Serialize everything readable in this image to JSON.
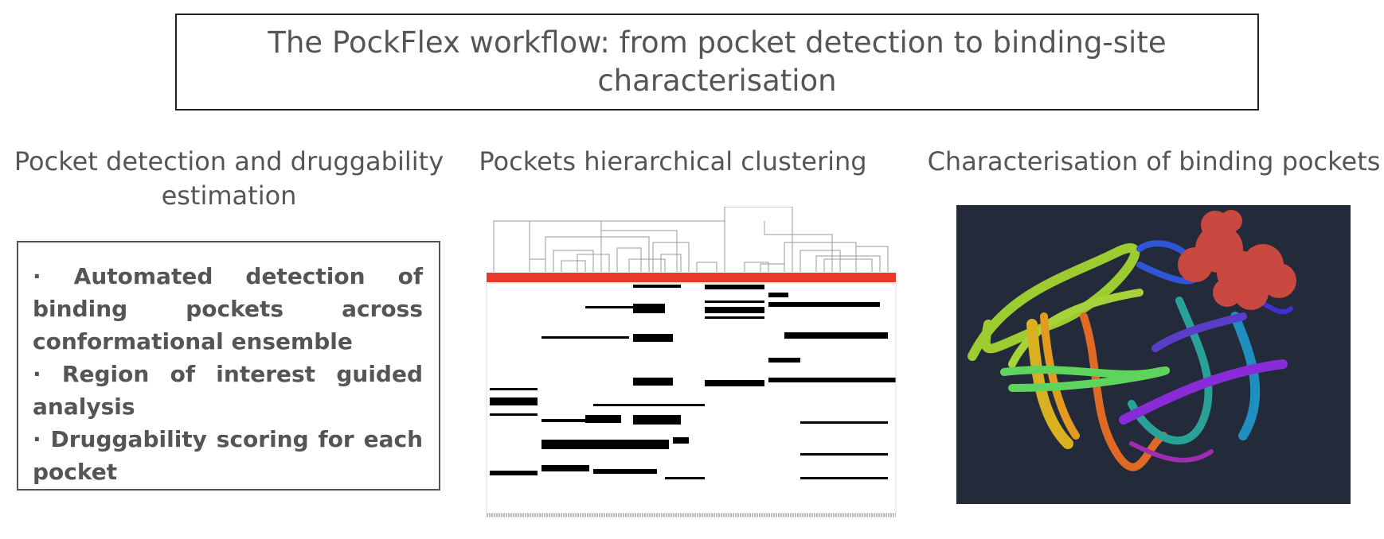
{
  "title": "The PockFlex workflow: from pocket detection to binding-site characterisation",
  "columns": {
    "detection": {
      "title": "Pocket detection and druggability estimation",
      "bullets": [
        "· Automated detection of binding pockets across conformational ensemble",
        "· Region of interest guided analysis",
        "· Druggability scoring for each pocket"
      ]
    },
    "clustering": {
      "title": "Pockets hierarchical clustering"
    },
    "characterisation": {
      "title": "Characterisation of binding pockets"
    }
  },
  "colors": {
    "heatmap_bar": "#e8392a",
    "protein_background": "#232a3a",
    "surface": "#c9483f"
  }
}
